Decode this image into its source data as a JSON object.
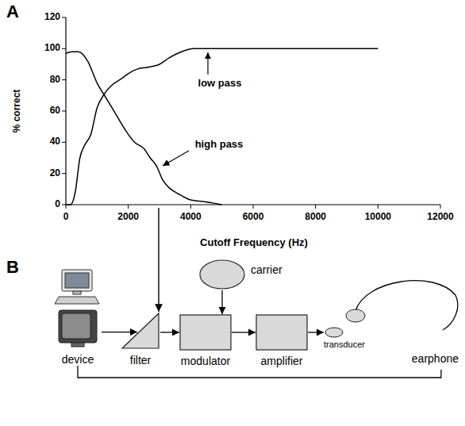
{
  "diagram": {
    "nodes": [
      {
        "text": [
          "device"
        ]
      },
      {
        "text": [
          "filter"
        ]
      },
      {
        "text": [
          "modulator"
        ]
      },
      {
        "text": [
          "carrier"
        ]
      },
      {
        "text": [
          "amplifier"
        ]
      },
      {
        "text": [
          "transducer",
          "earphone"
        ]
      }
    ],
    "edges": [
      {
        "from": 0,
        "to": 1,
        "arrow": "to"
      },
      {
        "from": 1,
        "to": 2,
        "arrow": "to"
      },
      {
        "from": 3,
        "to": 2,
        "arrow": "to"
      },
      {
        "from": 2,
        "to": 4,
        "arrow": "to"
      },
      {
        "from": 4,
        "to": 5,
        "arrow": "to"
      },
      {
        "from": 0,
        "to": 5,
        "arrow": "none"
      }
    ],
    "labels": [
      "A",
      "% correct",
      "120",
      "100",
      "80",
      "60",
      "40",
      "20",
      "0",
      "0",
      "2000",
      "4000",
      "6000",
      "8000",
      "10000",
      "12000",
      "Cutoff Frequency (Hz)",
      "low pass",
      "high pass",
      "B"
    ]
  }
}
